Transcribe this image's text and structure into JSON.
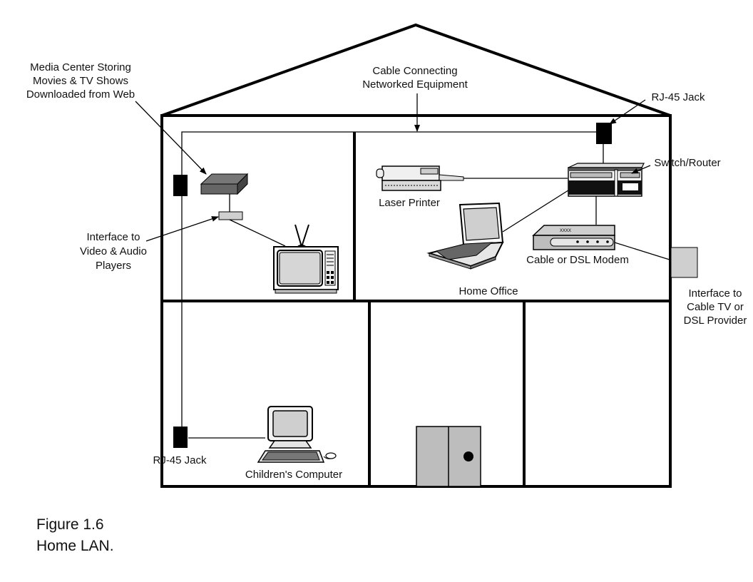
{
  "labels": {
    "media_center_line1": "Media Center Storing",
    "media_center_line2": "Movies & TV Shows",
    "media_center_line3": "Downloaded from Web",
    "cable_line1": "Cable Connecting",
    "cable_line2": "Networked Equipment",
    "rj45_top": "RJ-45 Jack",
    "switch_router": "Switch/Router",
    "laser_printer": "Laser Printer",
    "interface_av_line1": "Interface to",
    "interface_av_line2": "Video & Audio",
    "interface_av_line3": "Players",
    "modem": "Cable or DSL Modem",
    "home_office": "Home Office",
    "interface_provider_line1": "Interface to",
    "interface_provider_line2": "Cable TV or",
    "interface_provider_line3": "DSL Provider",
    "rj45_bottom": "RJ-45 Jack",
    "childrens_computer": "Children's Computer",
    "modem_brand": "XXXX"
  },
  "caption": {
    "line1": "Figure 1.6",
    "line2": "Home LAN."
  }
}
